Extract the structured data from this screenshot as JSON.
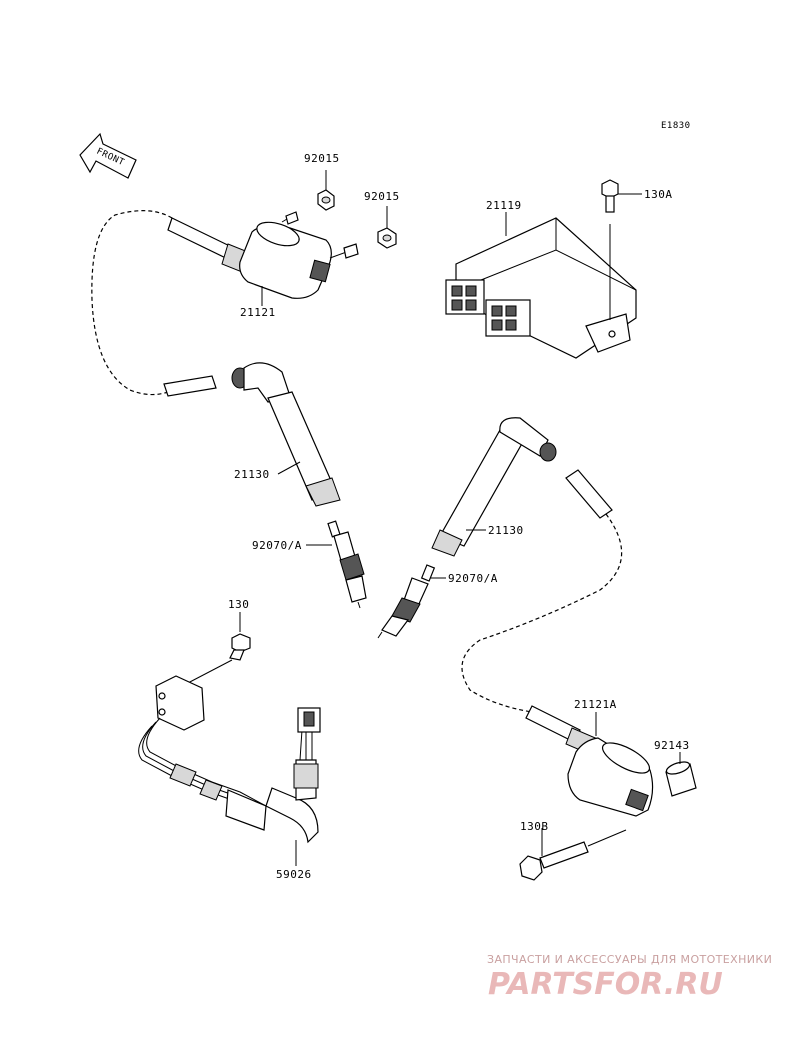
{
  "diagram": {
    "code": "E1830",
    "front_label": "FRONT",
    "labels": {
      "coil_left": "21121",
      "coil_right": "21121A",
      "igniter": "21119",
      "cap_left": "21130",
      "cap_right": "21130",
      "plug_left": "92070/A",
      "plug_right": "92070/A",
      "nut_upper": "92015",
      "nut_lower": "92015",
      "bolt_a": "130A",
      "bolt": "130",
      "bolt_b": "130B",
      "collar": "92143",
      "harness": "59026"
    }
  },
  "watermark": {
    "tagline": "ЗАПЧАСТИ И АКСЕССУАРЫ ДЛЯ МОТОТЕХНИКИ",
    "logo_text": "PARTSFOR.RU"
  }
}
